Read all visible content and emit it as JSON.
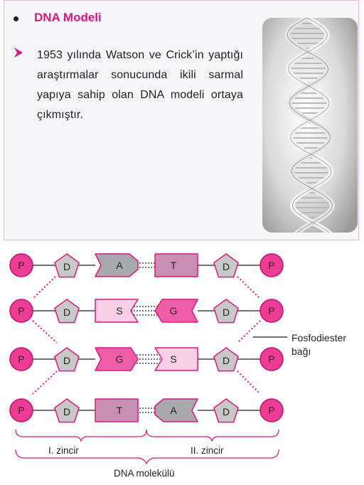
{
  "section": {
    "title": "DNA Modeli",
    "paragraph": "1953 yılında Watson ve Crick’in yaptığı araştırmalar sonucunda ikili sarmal yapıya sahip olan DNA modeli ortaya çıkmıştır."
  },
  "diagram": {
    "phosphate": "P",
    "sugar": "D",
    "rows": [
      {
        "left_base": "A",
        "right_base": "T"
      },
      {
        "left_base": "S",
        "right_base": "G"
      },
      {
        "left_base": "G",
        "right_base": "S"
      },
      {
        "left_base": "T",
        "right_base": "A"
      }
    ],
    "bond_label_line1": "Fosfodiester",
    "bond_label_line2": "bağı",
    "strand1_label": "I. zincir",
    "strand2_label": "II. zincir",
    "molecule_label": "DNA molekülü"
  },
  "colors": {
    "accent": "#e0157f",
    "phosphate": "#ee3c96",
    "sugar": "#c8c8c8",
    "adenine": "#a7a9ac",
    "thymine": "#c98fb3",
    "guanine": "#ee5ea8",
    "cytosine": "#f8cfe5"
  }
}
